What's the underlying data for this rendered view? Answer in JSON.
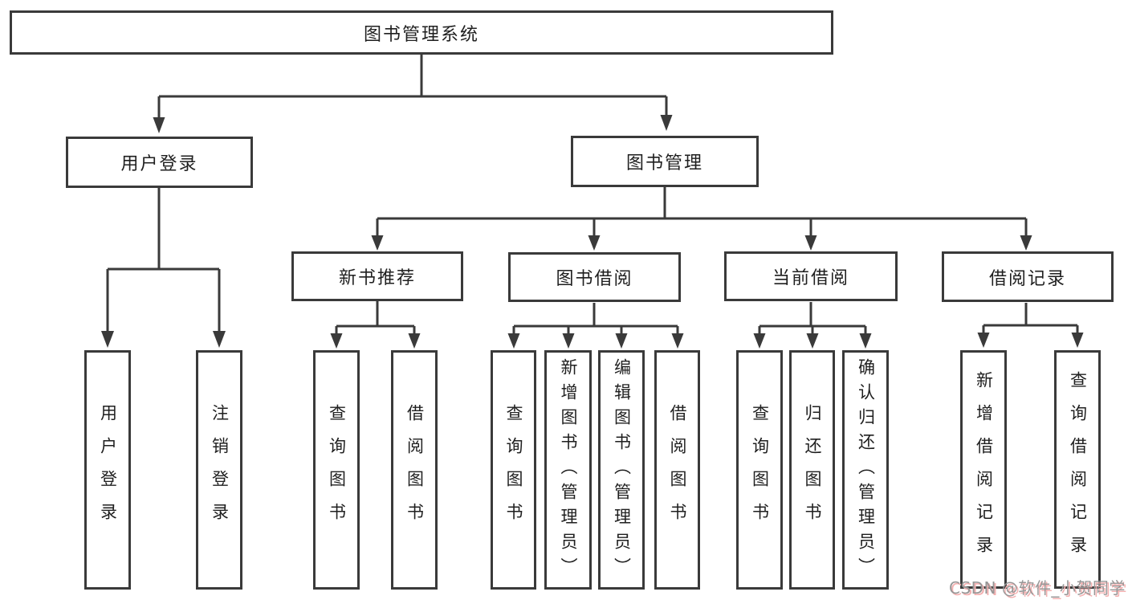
{
  "diagram": {
    "root": {
      "label": "图书管理系统"
    },
    "branches": [
      {
        "label": "用户登录",
        "leaves": [
          {
            "label": "用户登录"
          },
          {
            "label": "注销登录"
          }
        ]
      },
      {
        "label": "图书管理",
        "groups": [
          {
            "label": "新书推荐",
            "leaves": [
              {
                "label": "查询图书"
              },
              {
                "label": "借阅图书"
              }
            ]
          },
          {
            "label": "图书借阅",
            "leaves": [
              {
                "label": "查询图书"
              },
              {
                "label": "新增图书（管理员）"
              },
              {
                "label": "编辑图书（管理员）"
              },
              {
                "label": "借阅图书"
              }
            ]
          },
          {
            "label": "当前借阅",
            "leaves": [
              {
                "label": "查询图书"
              },
              {
                "label": "归还图书"
              },
              {
                "label": "确认归还（管理员）"
              }
            ]
          },
          {
            "label": "借阅记录",
            "leaves": [
              {
                "label": "新增借阅记录"
              },
              {
                "label": "查询借阅记录"
              }
            ]
          }
        ]
      }
    ]
  },
  "watermark": {
    "text": "CSDN @软件_小贺同学"
  },
  "colors": {
    "line": "#3a3a3a",
    "text": "#1f1f1f",
    "background": "#ffffff",
    "watermark": "#979797",
    "watermark_accent": "#f3b0b0"
  }
}
